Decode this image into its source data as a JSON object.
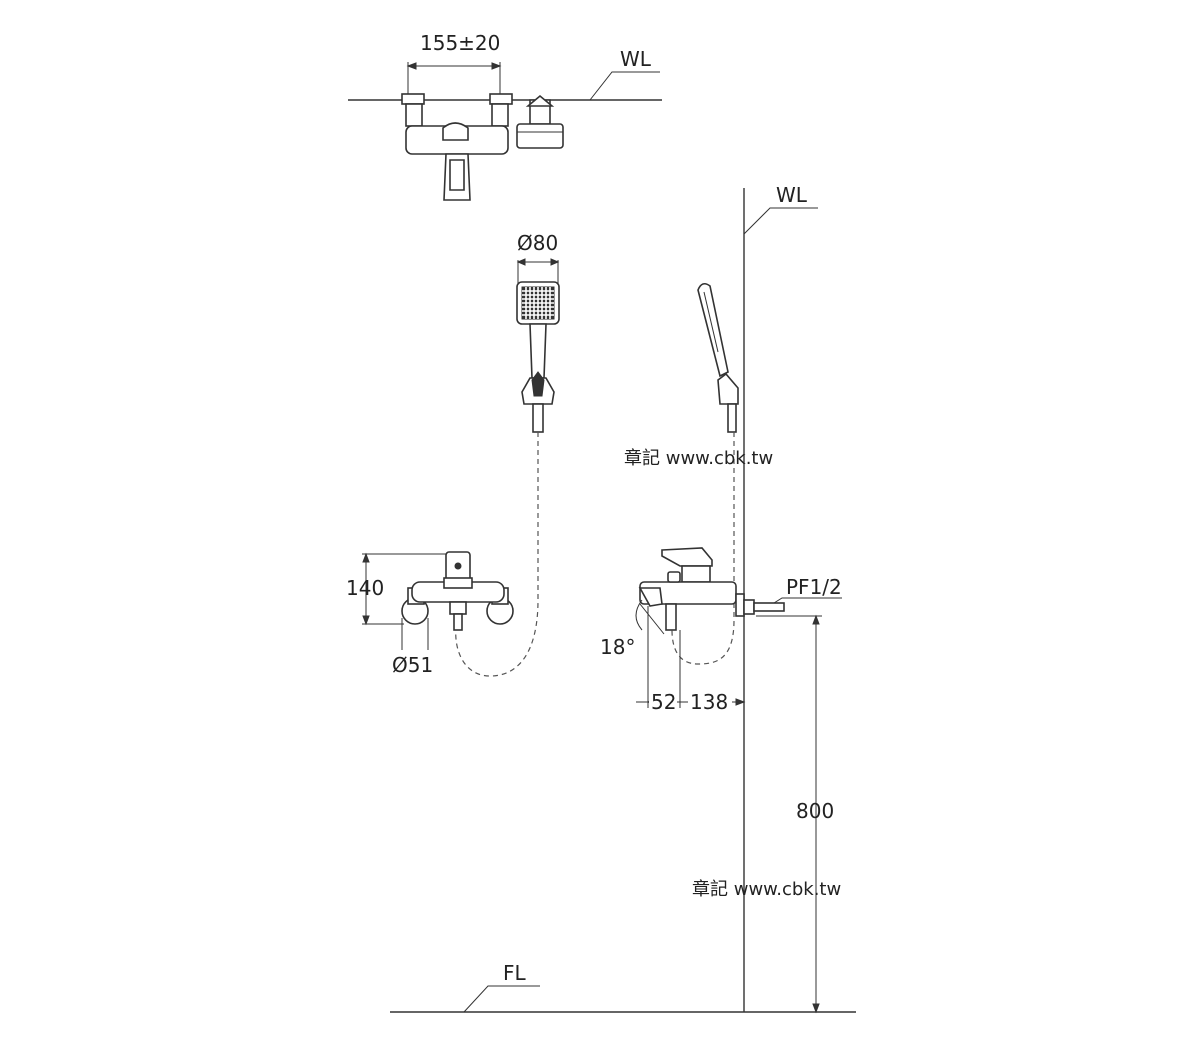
{
  "labels": {
    "wl_top": "WL",
    "wl_right": "WL",
    "fl": "FL",
    "dim_width_top": "155±20",
    "dim_head_diameter": "Ø80",
    "dim_height_140": "140",
    "dim_flange_diameter": "Ø51",
    "dim_thread": "PF1/2",
    "dim_angle": "18°",
    "dim_52": "52",
    "dim_138": "138",
    "dim_800": "800"
  },
  "watermark": {
    "text_1": "章記 www.cbk.tw",
    "text_2": "章記 www.cbk.tw"
  },
  "colors": {
    "line": "#333333",
    "background": "#ffffff"
  }
}
